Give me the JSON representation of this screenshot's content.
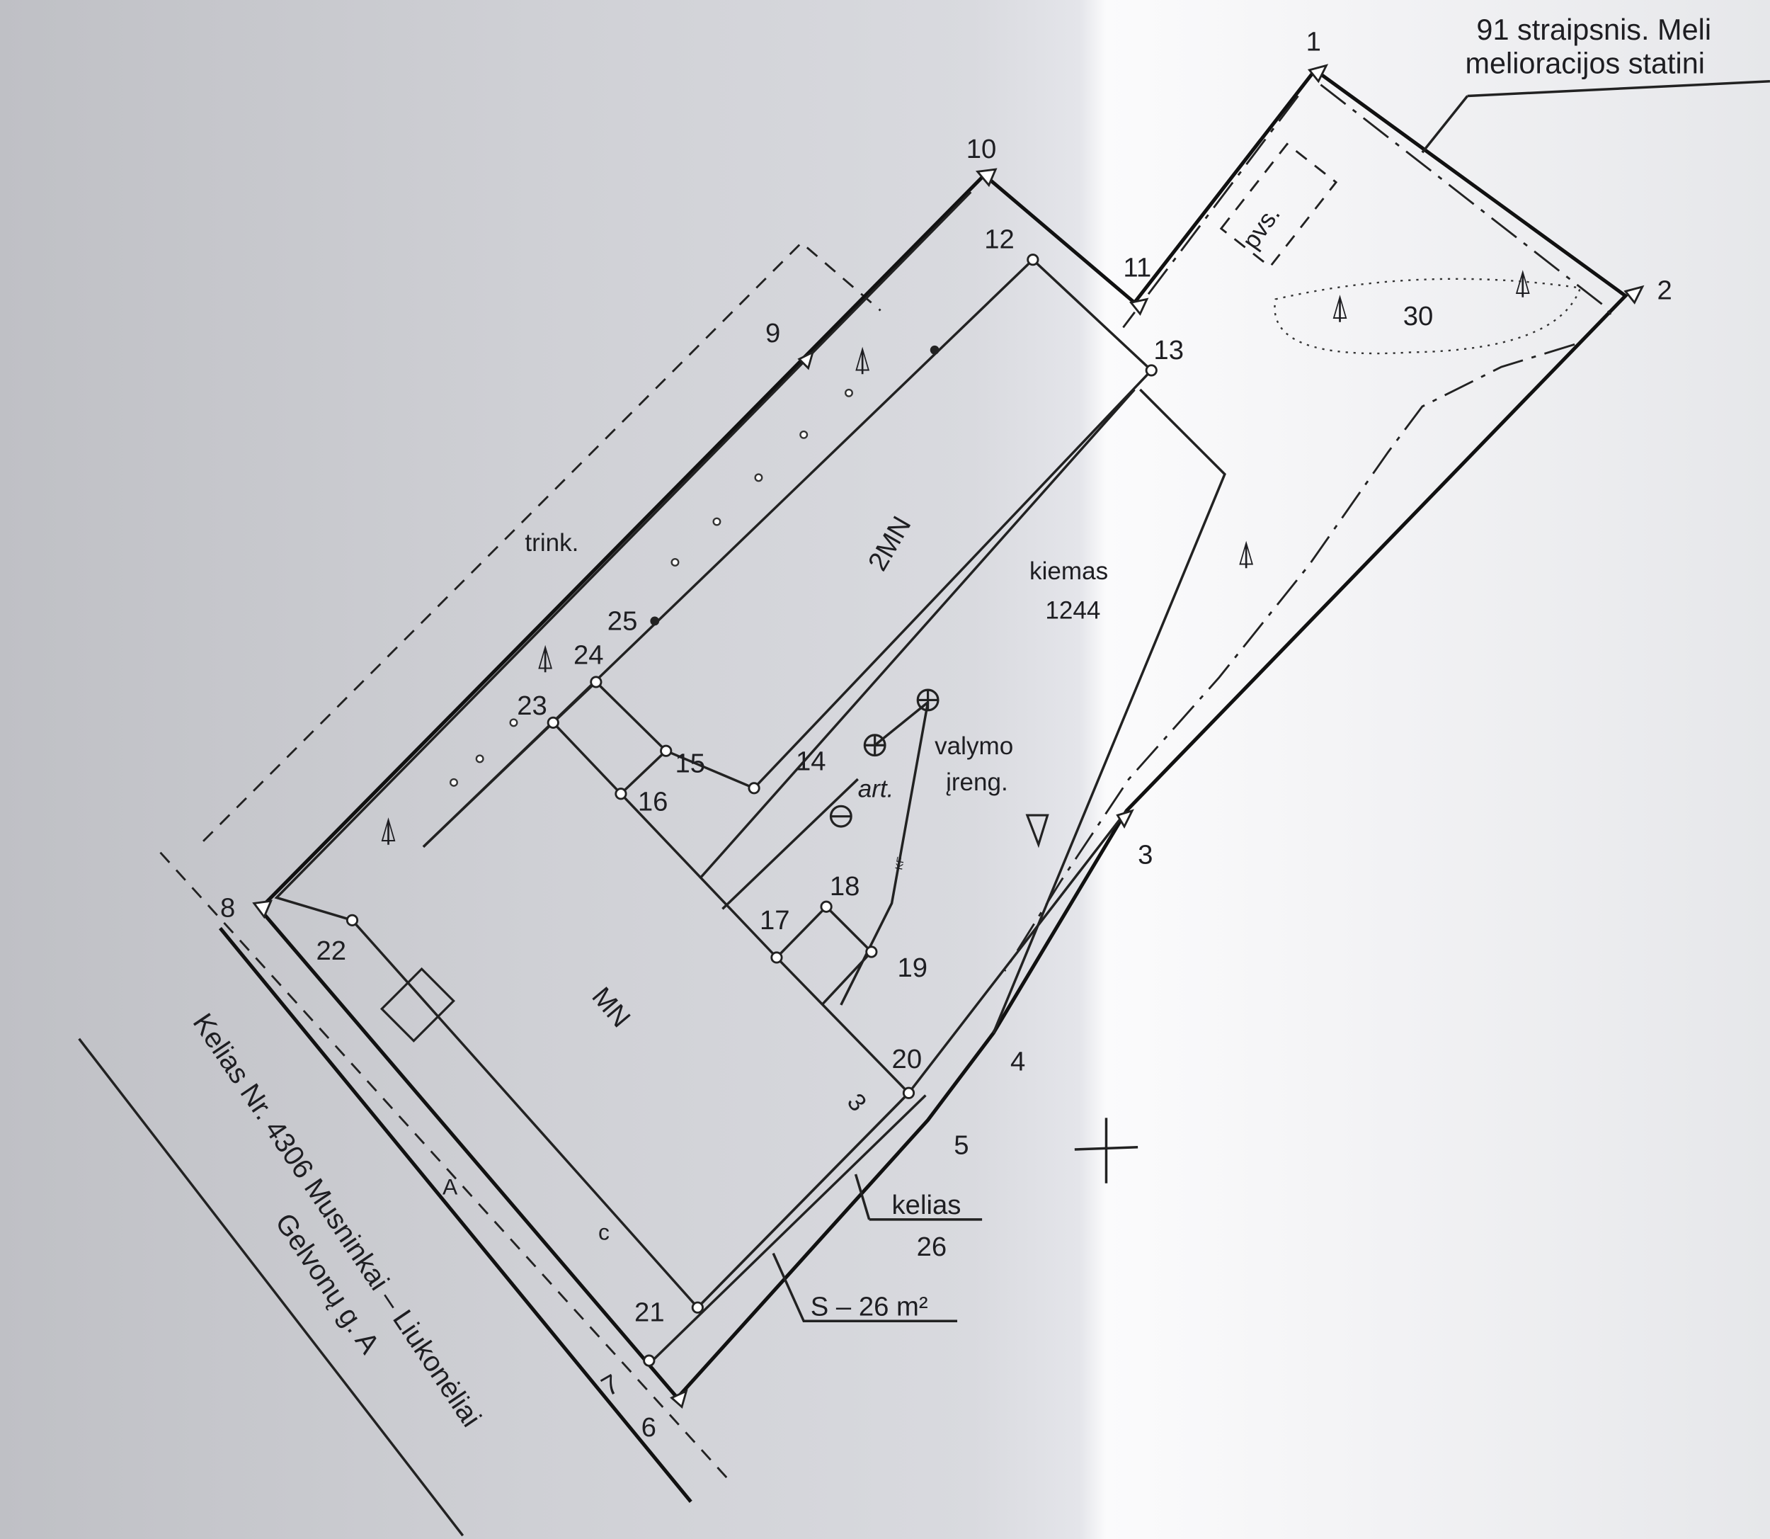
{
  "note": {
    "line1": "91 straipsnis. Meli",
    "line2": "melioracijos statini"
  },
  "points": {
    "p1": "1",
    "p2": "2",
    "p3": "3",
    "p4": "4",
    "p5": "5",
    "p6": "6",
    "p7": "7",
    "p8": "8",
    "p9": "9",
    "p10": "10",
    "p11": "11",
    "p12": "12",
    "p13": "13",
    "p14": "14",
    "p15": "15",
    "p16": "16",
    "p17": "17",
    "p18": "18",
    "p19": "19",
    "p20": "20",
    "p21": "21",
    "p22": "22",
    "p23": "23",
    "p24": "24",
    "p25": "25"
  },
  "labels": {
    "trink": "trink.",
    "mn2": "2MN",
    "mn": "MN",
    "kiemas": "kiemas",
    "kiemas_no": "1244",
    "valymo": "valymo",
    "ireng": "įreng.",
    "art": "art.",
    "pvs": "pvs.",
    "area30": "30",
    "kelias": "kelias",
    "kelias_no": "26",
    "area_s": "S – 26 m²",
    "three_a": "3",
    "road_name": "Kelias Nr. 4306 Musninkai – Liukonėliai",
    "street": "Gelvonų g. A",
    "c": "c",
    "a": "A",
    "kf": "KF"
  }
}
